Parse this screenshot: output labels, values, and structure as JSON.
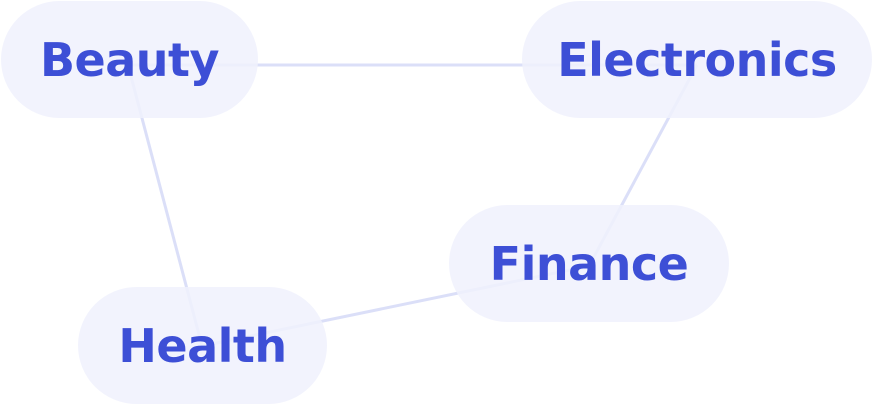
{
  "diagram": {
    "colors": {
      "node_fill": "#f0f1fd",
      "node_text": "#3d4fd6",
      "edge": "#dbdff8"
    },
    "nodes": [
      {
        "id": "beauty",
        "label": "Beauty"
      },
      {
        "id": "electronics",
        "label": "Electronics"
      },
      {
        "id": "finance",
        "label": "Finance"
      },
      {
        "id": "health",
        "label": "Health"
      }
    ],
    "edges": [
      {
        "from": "beauty",
        "to": "electronics"
      },
      {
        "from": "electronics",
        "to": "finance"
      },
      {
        "from": "finance",
        "to": "health"
      },
      {
        "from": "health",
        "to": "beauty"
      }
    ]
  }
}
